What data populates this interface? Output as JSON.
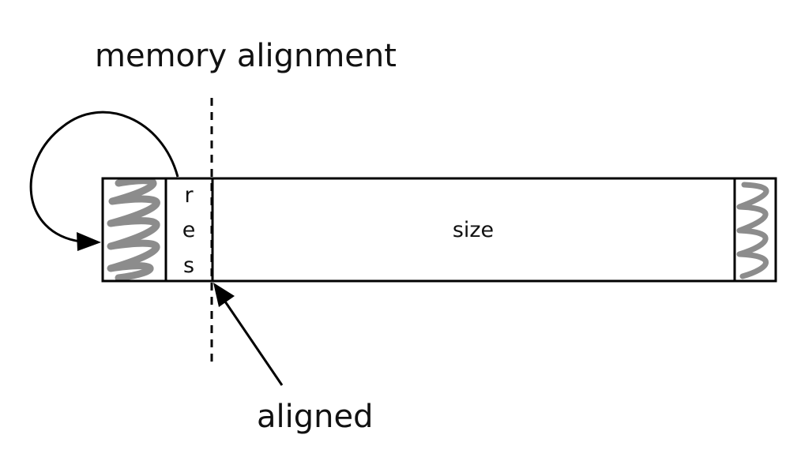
{
  "diagram": {
    "title": "memory alignment",
    "block_label": "size",
    "reserved_label_letters": [
      "r",
      "e",
      "s"
    ],
    "pointer_label": "aligned",
    "colors": {
      "line": "#000000",
      "hatch": "#8c8c8c",
      "background": "#ffffff",
      "text": "#111111"
    }
  }
}
